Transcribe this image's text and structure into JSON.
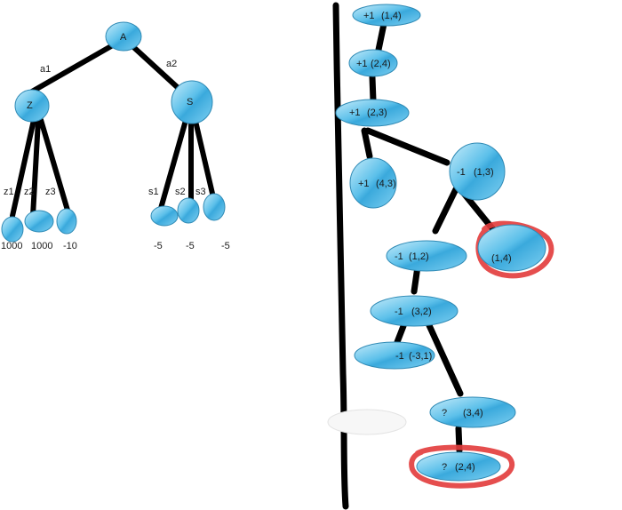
{
  "left_tree": {
    "root": "A",
    "children": [
      {
        "edge": "a1",
        "label": "Z",
        "leaves": [
          {
            "edge": "z1",
            "value": "1000"
          },
          {
            "edge": "z2",
            "value": "1000"
          },
          {
            "edge": "z3",
            "value": "-10"
          }
        ]
      },
      {
        "edge": "a2",
        "label": "S",
        "leaves": [
          {
            "edge": "s1",
            "value": "-5"
          },
          {
            "edge": "s2",
            "value": "-5"
          },
          {
            "edge": "s3",
            "value": "-5"
          }
        ]
      }
    ]
  },
  "right_tree": {
    "nodes": [
      {
        "id": "n1",
        "value": "+1",
        "state": "(1,4)"
      },
      {
        "id": "n2",
        "value": "+1",
        "state": "(2,4)"
      },
      {
        "id": "n3",
        "value": "+1",
        "state": "(2,3)"
      },
      {
        "id": "n4",
        "value": "+1",
        "state": "(4,3)"
      },
      {
        "id": "n5",
        "value": "-1",
        "state": "(1,3)"
      },
      {
        "id": "n6",
        "value": "-1",
        "state": "(1,2)"
      },
      {
        "id": "n7",
        "value": "",
        "state": "(1,4)",
        "highlighted": true
      },
      {
        "id": "n8",
        "value": "-1",
        "state": "(3,2)"
      },
      {
        "id": "n9",
        "value": "-1",
        "state": "(-3,1)"
      },
      {
        "id": "n10",
        "value": "?",
        "state": "(3,4)"
      },
      {
        "id": "n11",
        "value": "?",
        "state": "(2,4)",
        "highlighted": true
      }
    ]
  },
  "colors": {
    "node_fill": "#4fb8e6",
    "node_highlight": "#c8ecfa",
    "node_stroke": "#2f8ab5",
    "edge": "#000000",
    "highlight_ring": "#e23b3b"
  }
}
